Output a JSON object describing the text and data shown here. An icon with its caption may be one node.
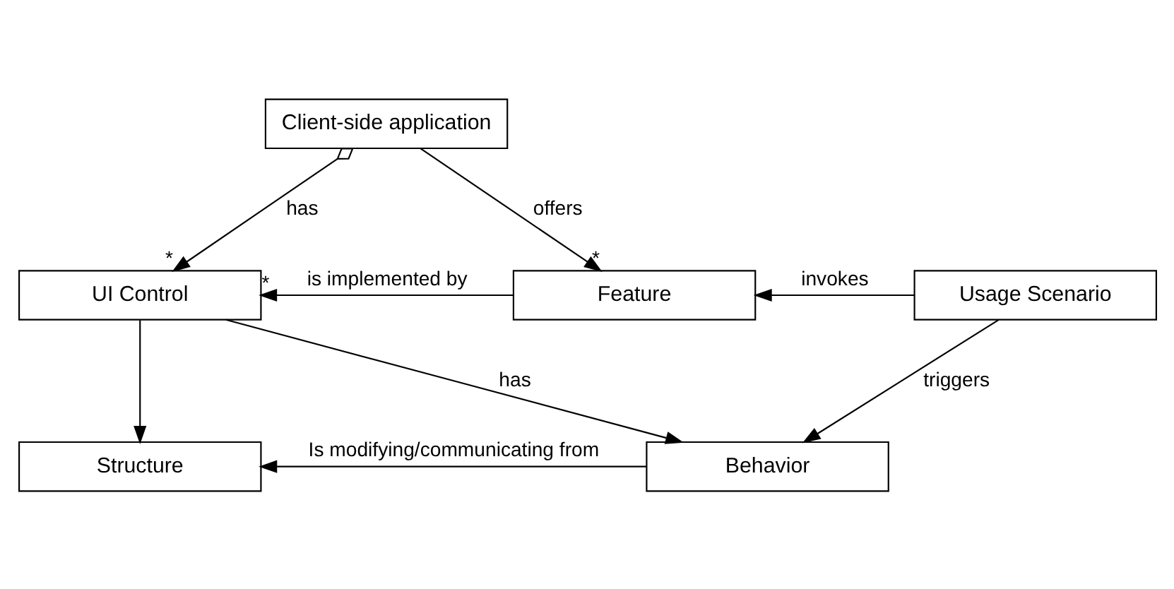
{
  "diagram": {
    "nodes": [
      {
        "text": [
          "Client-side application"
        ]
      },
      {
        "text": [
          "UI Control"
        ]
      },
      {
        "text": [
          "Feature"
        ]
      },
      {
        "text": [
          "Usage Scenario"
        ]
      },
      {
        "text": [
          "Structure"
        ]
      },
      {
        "text": [
          "Behavior"
        ]
      }
    ],
    "edges": [
      {
        "from": 0,
        "to": 1,
        "arrow": "to",
        "label": "has"
      },
      {
        "from": 0,
        "to": 2,
        "arrow": "to",
        "label": "offers"
      },
      {
        "from": 3,
        "to": 2,
        "arrow": "to",
        "label": "invokes"
      },
      {
        "from": 2,
        "to": 1,
        "arrow": "to",
        "label": "is implemented by"
      },
      {
        "from": 1,
        "to": 4,
        "arrow": "to"
      },
      {
        "from": 1,
        "to": 5,
        "arrow": "to",
        "label": "has"
      },
      {
        "from": 3,
        "to": 5,
        "arrow": "to",
        "label": "triggers"
      },
      {
        "from": 5,
        "to": 4,
        "arrow": "to",
        "label": "Is modifying/communicating from"
      }
    ],
    "labels": [
      "*",
      "*",
      "*"
    ]
  }
}
